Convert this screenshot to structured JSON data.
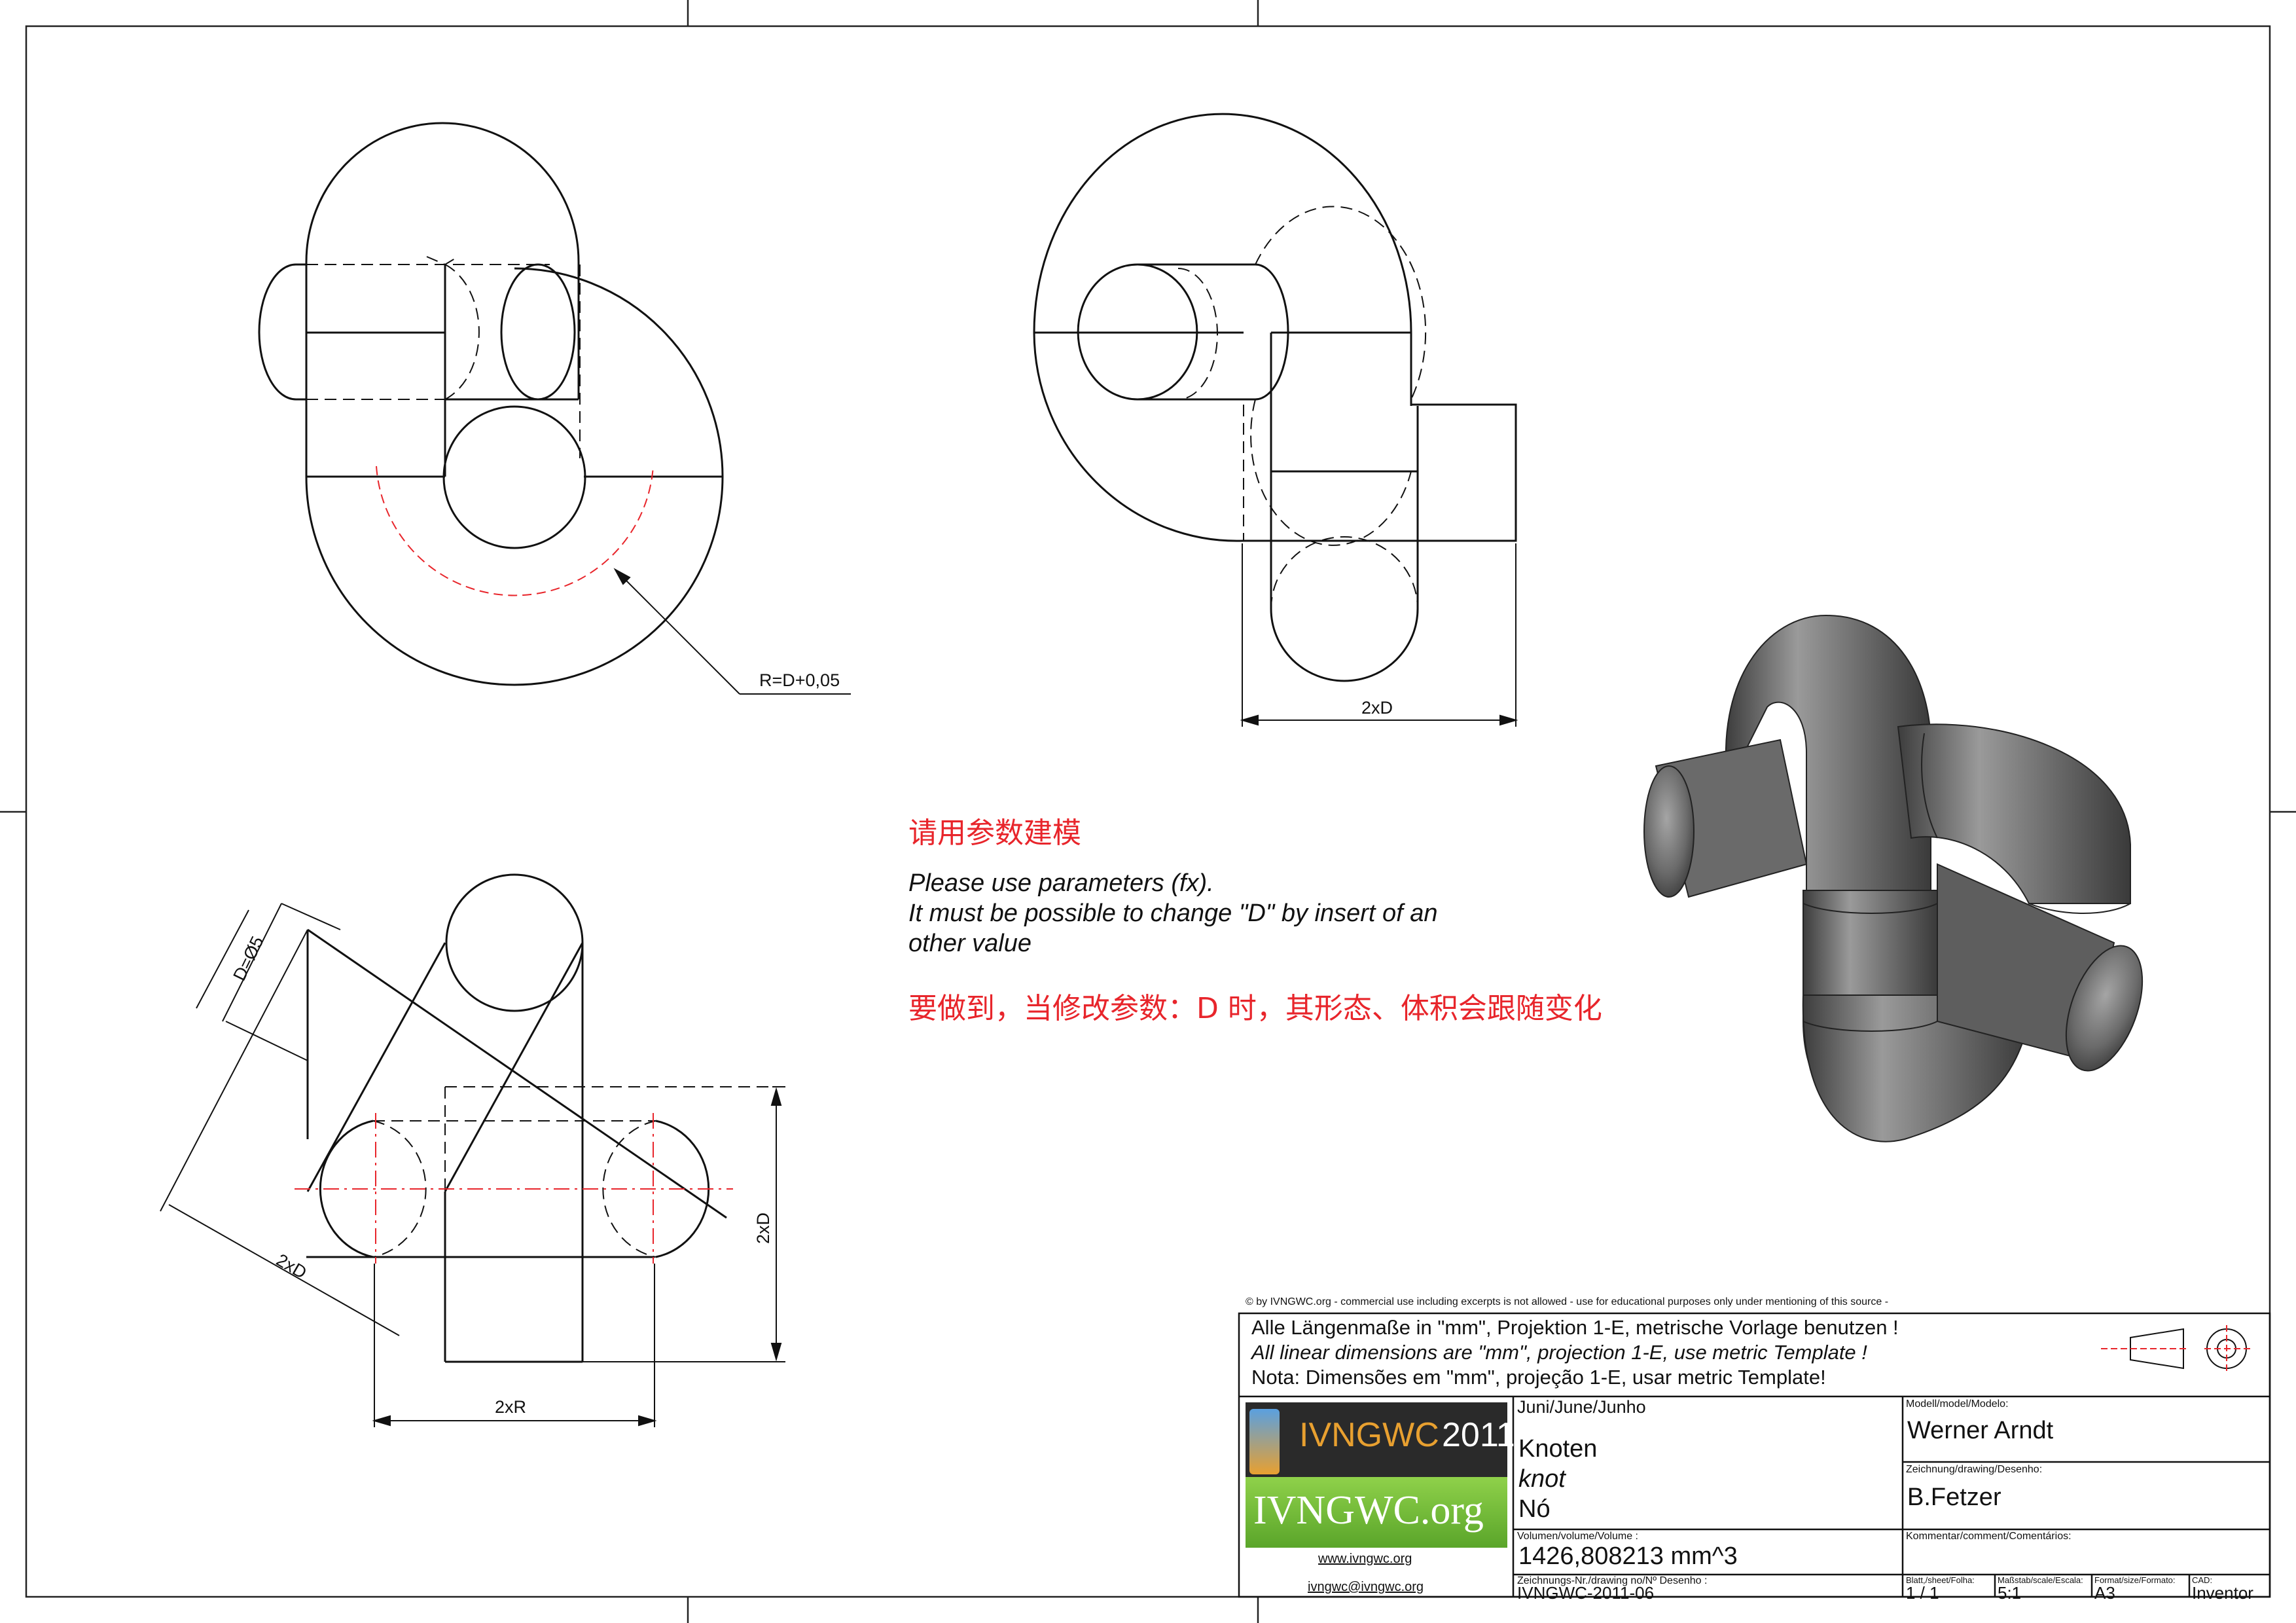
{
  "notes": {
    "cn_title": "请用参数建模",
    "en_line1": "Please use parameters (fx).",
    "en_line2": "It must be possible to change \"D\" by insert of an",
    "en_line3": "other value",
    "cn_requirement": "要做到，当修改参数：D 时，其形态、体积会跟随变化"
  },
  "dimensions": {
    "radius": "R=D+0,05",
    "width_top": "2xD",
    "diameter": "D=Ø5",
    "diag": "2xD",
    "vertical": "2xD",
    "radius_span": "2xR"
  },
  "title_block": {
    "copyright": "© by IVNGWC.org - commercial use including excerpts is not allowed - use for educational purposes only under mentioning of this source -",
    "units_de": "Alle Längenmaße in \"mm\", Projektion 1-E, metrische Vorlage benutzen !",
    "units_en": "All linear dimensions are \"mm\", projection 1-E, use metric Template !",
    "units_pt": "Nota: Dimensões em \"mm\", projeção 1-E, usar metric Template!",
    "date_label": "Juni/June/Junho",
    "title_de": "Knoten",
    "title_en": "knot",
    "title_pt": "Nó",
    "volume_label": "Volumen/volume/Volume :",
    "volume_value": "1426,808213 mm^3",
    "drawing_no_label": "Zeichnungs-Nr./drawing no/Nº Desenho :",
    "drawing_no_value": "IVNGWC-2011-06",
    "model_label": "Modell/model/Modelo:",
    "model_value": "Werner Arndt",
    "drawing_label": "Zeichnung/drawing/Desenho:",
    "drawing_value": "B.Fetzer",
    "comment_label": "Kommentar/comment/Comentários:",
    "sheet_label": "Blatt,/sheet/Folha:",
    "sheet_value": "1  /  1",
    "scale_label": "Maßstab/scale/Escala:",
    "scale_value": "5:1",
    "format_label": "Format/size/Formato:",
    "format_value": "A3",
    "cad_label": "CAD:",
    "cad_value": "Inventor",
    "logo_text": "IVNGWC",
    "logo_year": "2011",
    "logo_org": "IVNGWC.org",
    "link_web": "www.ivngwc.org",
    "link_mail": "ivngwc@ivngwc.org"
  },
  "colors": {
    "note_red": "#e8252b",
    "centerline_red": "#e8252b",
    "logo_green": "#6cbb35",
    "render_gray": "#6f6f6f"
  }
}
